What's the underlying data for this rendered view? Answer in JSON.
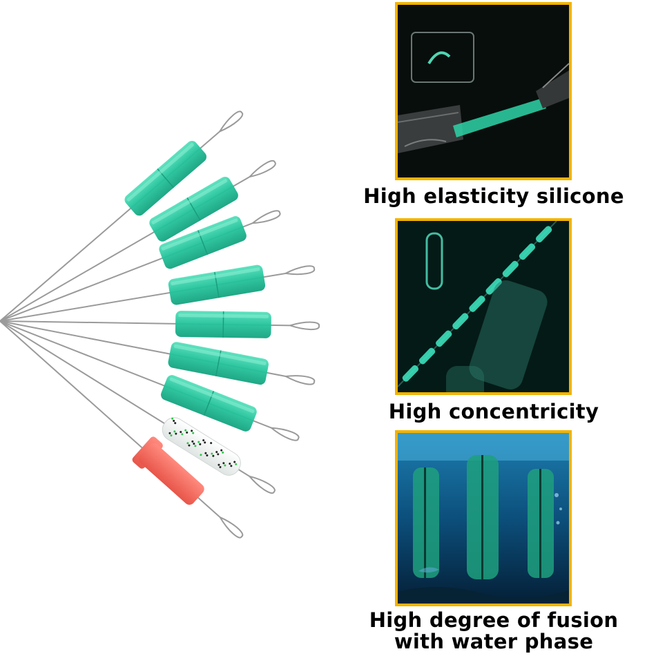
{
  "captions": {
    "elasticity": "High elasticity silicone",
    "concentricity": "High concentricity",
    "fusion_line1": "High degree of fusion",
    "fusion_line2": "with water phase"
  },
  "colors": {
    "panel_border": "#f2b300",
    "stopper_green": "#27c9a0",
    "stopper_red": "#f2665a",
    "wire": "#9a9a9a"
  },
  "stoppers": [
    "green",
    "green",
    "green",
    "green",
    "green",
    "green",
    "green",
    "speckled-white",
    "red"
  ]
}
